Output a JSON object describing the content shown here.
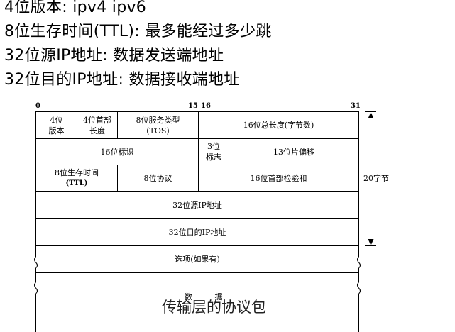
{
  "notes": [
    "4位版本: ipv4 ipv6",
    "8位生存时间(TTL): 最多能经过多少跳",
    "32位源IP地址: 数据发送端地址",
    "32位目的IP地址: 数据接收端地址"
  ],
  "bit_markers": {
    "start": "0",
    "mid_left": "15",
    "mid_right": "16",
    "end": "31"
  },
  "header_rows": {
    "row1": {
      "version": [
        "4位",
        "版本"
      ],
      "ihl": [
        "4位首部",
        "长度"
      ],
      "tos": [
        "8位服务类型",
        "(TOS)"
      ],
      "total_length": "16位总长度(字节数)"
    },
    "row2": {
      "identification": "16位标识",
      "flags": [
        "3位",
        "标志"
      ],
      "fragment_offset": "13位片偏移"
    },
    "row3": {
      "ttl": [
        "8位生存时间",
        "(TTL)"
      ],
      "protocol": "8位协议",
      "checksum": "16位首部检验和"
    },
    "row4": {
      "source_ip": "32位源IP地址"
    },
    "row5": {
      "dest_ip": "32位目的IP地址"
    },
    "row6": {
      "options": "选项(如果有)"
    },
    "row7": {
      "data": "数 据"
    }
  },
  "size_label": "20字节",
  "caption": "传输层的协议包"
}
